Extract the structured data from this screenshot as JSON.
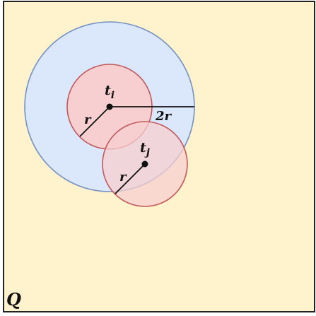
{
  "colors": {
    "region_fill": "#fff3cd",
    "region_stroke": "#222222",
    "big_circle_fill": "#dbe8fb",
    "big_circle_stroke": "#7391c2",
    "small_circle_fill": "#f7cfd0",
    "small_circle_stroke": "#c0595b",
    "line": "#111111"
  },
  "labels": {
    "region": "Q",
    "ti_base": "t",
    "ti_sub": "i",
    "tj_base": "t",
    "tj_sub": "j",
    "r_i": "r",
    "r_j": "r",
    "two_r": "2r"
  }
}
